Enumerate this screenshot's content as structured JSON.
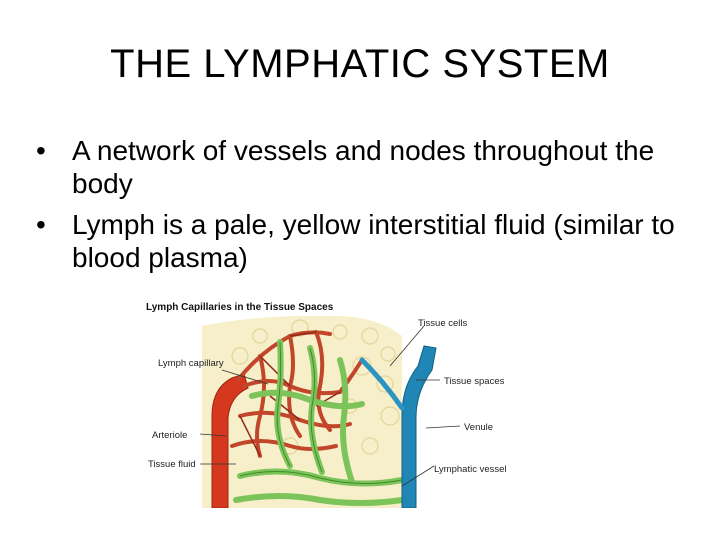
{
  "slide": {
    "title": "THE LYMPHATIC SYSTEM",
    "bullets": [
      "A network of vessels and nodes throughout the body",
      "Lymph is a pale, yellow interstitial fluid (similar to blood plasma)"
    ],
    "bullet_glyph": "•"
  },
  "figure": {
    "title": "Lymph Capillaries in the Tissue Spaces",
    "labels": {
      "tissue_cells": "Tissue cells",
      "lymph_capillary": "Lymph capillary",
      "tissue_spaces": "Tissue spaces",
      "arteriole": "Arteriole",
      "venule": "Venule",
      "tissue_fluid": "Tissue fluid",
      "lymphatic_vessel": "Lymphatic vessel"
    },
    "colors": {
      "background_tissue": "#f6efc9",
      "arteriole": "#d6381f",
      "venule": "#1f86b5",
      "lymph": "#7cc45a",
      "capillary_network": "#b8432a"
    }
  }
}
